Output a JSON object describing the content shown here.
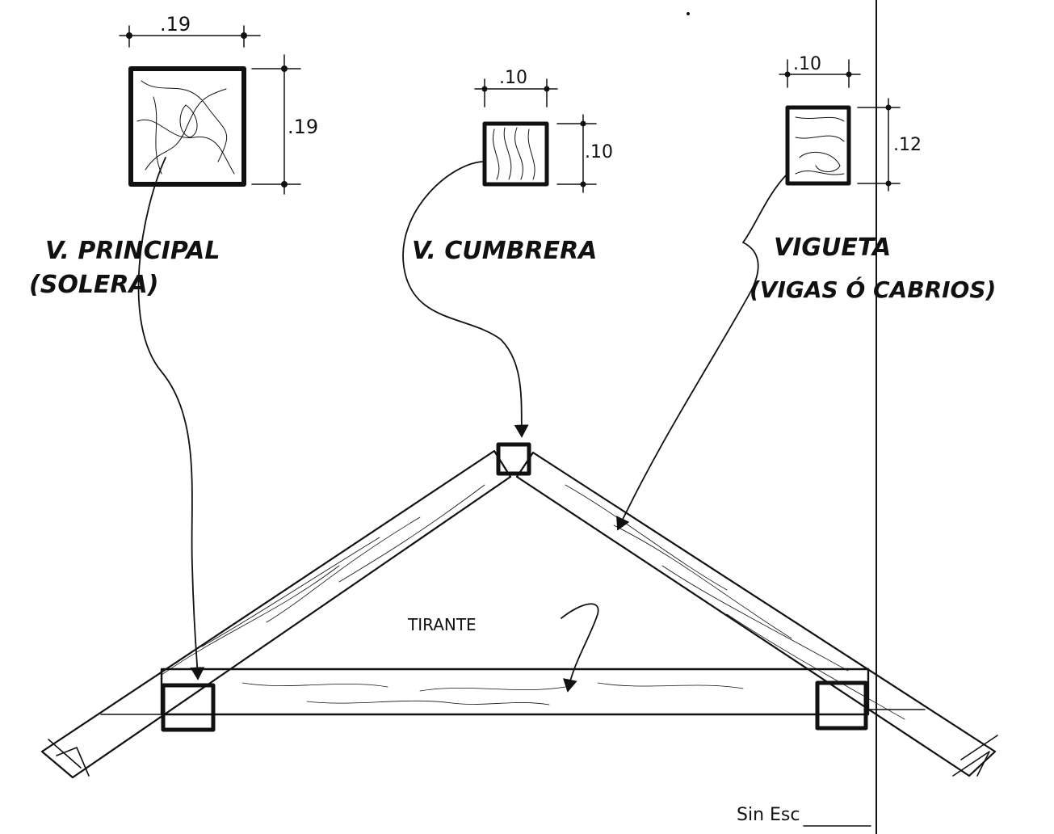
{
  "dimensions": {
    "principal_width": ".19",
    "principal_height": ".19",
    "cumbrera_width": ".10",
    "cumbrera_height": ".10",
    "vigueta_width": ".10",
    "vigueta_height": ".12"
  },
  "labels": {
    "principal_line1": "V. PRINCIPAL",
    "principal_line2": "(SOLERA)",
    "cumbrera": "V. CUMBRERA",
    "vigueta_line1": "VIGUETA",
    "vigueta_line2": "(VIGAS Ó CABRIOS)",
    "tirante": "TIRANTE",
    "scale_note": "Sin Esc"
  }
}
